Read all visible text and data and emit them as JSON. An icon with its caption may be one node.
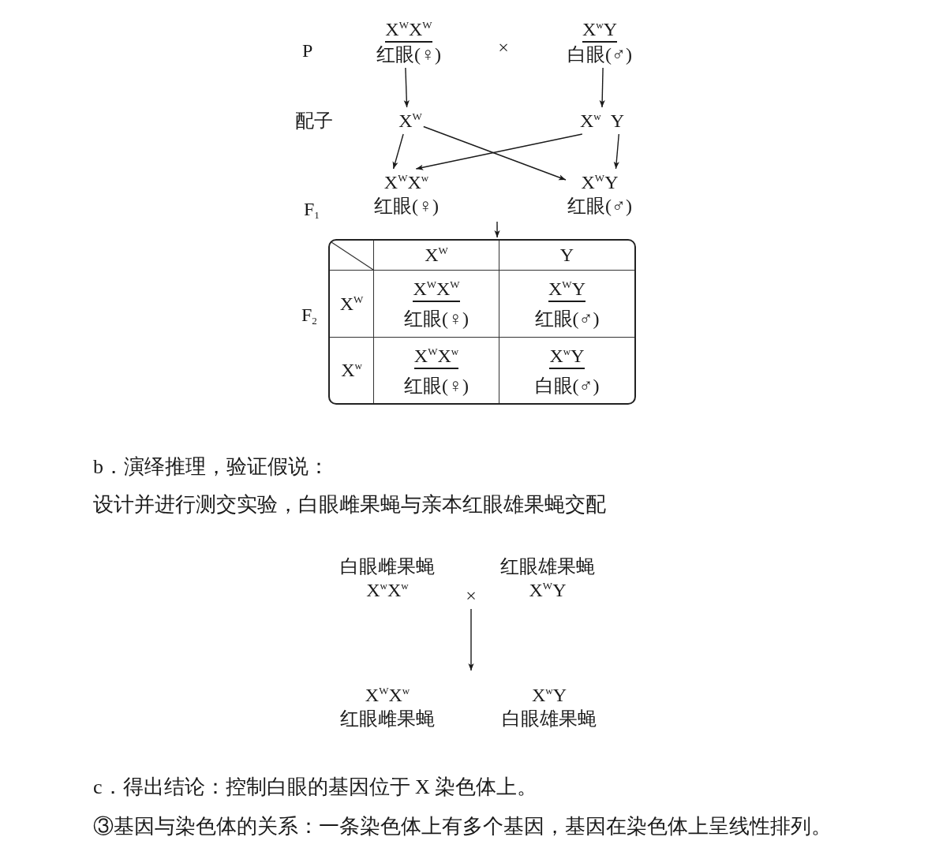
{
  "diagram": {
    "nodes": [
      {
        "text": [
          "X$^{W}$X$^{W}$",
          "红眼(♀)"
        ]
      },
      {
        "text": [
          "X$^{w}$Y",
          "白眼(♂)"
        ]
      },
      {
        "text": [
          "X$^{W}$"
        ]
      },
      {
        "text": [
          "X$^{w}$",
          "Y"
        ]
      },
      {
        "text": [
          "X$^{W}$X$^{w}$",
          "红眼(♀)"
        ]
      },
      {
        "text": [
          "X$^{W}$Y",
          "红眼(♂)"
        ]
      },
      {
        "text": [],
        "shape": "table"
      },
      {
        "text": [
          "X$^{W}$"
        ],
        "in": 6
      },
      {
        "text": [
          "Y"
        ],
        "in": 6
      },
      {
        "text": [
          "X$^{W}$"
        ],
        "in": 6
      },
      {
        "text": [
          "X$^{W}$X$^{W}$",
          "红眼(♀)"
        ],
        "in": 6
      },
      {
        "text": [
          "X$^{W}$Y",
          "红眼(♂)"
        ],
        "in": 6
      },
      {
        "text": [
          "X$^{w}$"
        ],
        "in": 6
      },
      {
        "text": [
          "X$^{W}$X$^{w}$",
          "红眼(♀)"
        ],
        "in": 6
      },
      {
        "text": [
          "X$^{w}$Y",
          "白眼(♂)"
        ],
        "in": 6
      },
      {
        "text": [
          "白眼雌果蝇",
          "X$^{w}$X$^{w}$"
        ]
      },
      {
        "text": [
          "×"
        ]
      },
      {
        "text": [
          "红眼雄果蝇",
          "X$^{W}$Y"
        ]
      },
      {
        "text": [
          "X$^{W}$X$^{w}$",
          "红眼雌果蝇"
        ]
      },
      {
        "text": [
          "X$^{w}$Y",
          "白眼雄果蝇"
        ]
      }
    ],
    "edges": [
      {
        "from": 0,
        "to": 2,
        "arrow": "to"
      },
      {
        "from": 1,
        "to": 3,
        "arrow": "to"
      },
      {
        "from": 2,
        "to": 4,
        "arrow": "to"
      },
      {
        "from": 2,
        "to": 5,
        "arrow": "to"
      },
      {
        "from": 3,
        "to": 4,
        "arrow": "to"
      },
      {
        "from": 3,
        "to": 5,
        "arrow": "to"
      },
      {
        "from": null,
        "to": 6,
        "arrow": "to"
      },
      {
        "from": 16,
        "to": null,
        "arrow": "to"
      }
    ],
    "labels": [
      "P",
      "×",
      "配子",
      "F$_{1}$",
      "F$_{2}$",
      "b．演绎推理，验证假说：",
      "设计并进行测交实验，白眼雌果蝇与亲本红眼雄果蝇交配",
      "c．得出结论：控制白眼的基因位于 X 染色体上。",
      "③基因与染色体的关系：一条染色体上有多个基因，基因在染色体上呈线性排列。"
    ]
  }
}
